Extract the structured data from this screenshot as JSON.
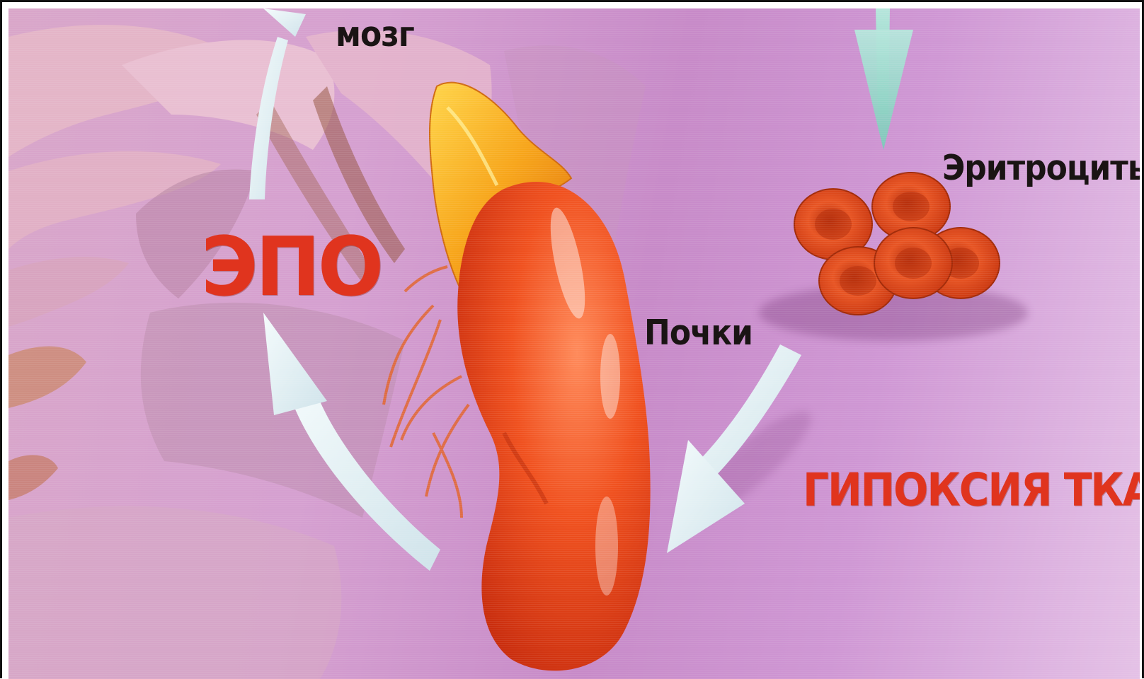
{
  "labels": {
    "brain": "мозг",
    "epo": "ЭПО",
    "erythrocytes": "Эритроциты",
    "kidneys": "Почки",
    "hypoxia": "ГИПОКСИЯ ТКАНИ"
  },
  "colors": {
    "background": "#cf97d4",
    "kidney": "#ee4a22",
    "adrenal": "#f59a1a",
    "red_cells": "#e24a1c",
    "arrows_white": "#e8f2f4",
    "arrow_teal": "#8fd1c4",
    "label_red": "#e0341e",
    "label_dark": "#1a1414"
  },
  "icons": [
    "kidney-illustration",
    "adrenal-gland-illustration",
    "red-blood-cells-illustration",
    "rib-cage-illustration"
  ]
}
